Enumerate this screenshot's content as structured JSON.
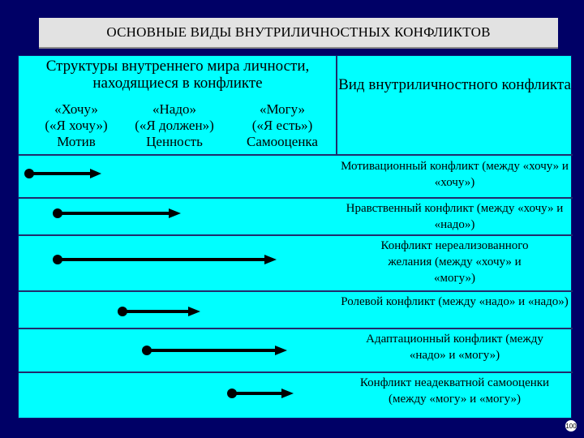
{
  "title": "ОСНОВНЫЕ ВИДЫ ВНУТРИЛИЧНОСТНЫХ КОНФЛИКТОВ",
  "header": {
    "structures": "Структуры внутреннего мира личности, находящиеся в конфликте",
    "type": "Вид внутриличностного конфликта",
    "columns": [
      {
        "l1": "«Хочу»",
        "l2": "(«Я хочу»)",
        "l3": "Мотив"
      },
      {
        "l1": "«Надо»",
        "l2": "(«Я должен»)",
        "l3": "Ценность"
      },
      {
        "l1": "«Могу»",
        "l2": "(«Я есть»)",
        "l3": "Самооценка"
      }
    ]
  },
  "rows": [
    {
      "label": "Мотивационный конфликт (между «хочу» и «хочу»)"
    },
    {
      "label": "Нравственный конфликт (между «хочу» и «надо»)"
    },
    {
      "label": "Конфликт нереализованного желания (между «хочу» и «могу»)"
    },
    {
      "label": "Ролевой конфликт (между «надо» и «надо»)"
    },
    {
      "label": "Адаптационный конфликт (между «надо» и «могу»)"
    },
    {
      "label": "Конфликт неадекватной самооценки (между «могу» и «могу»)"
    }
  ],
  "page_number": "100"
}
